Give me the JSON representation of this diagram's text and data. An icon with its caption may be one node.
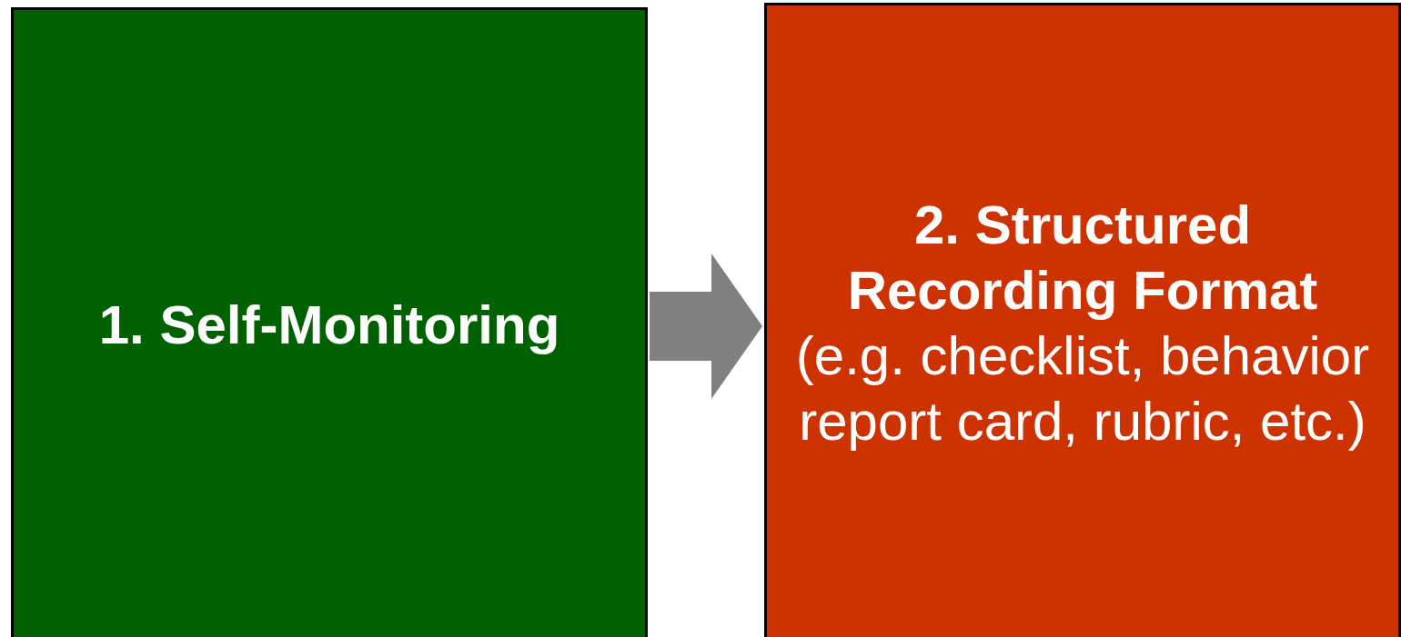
{
  "diagram": {
    "nodes": [
      {
        "text": [
          "1. Self-Monitoring"
        ]
      },
      {
        "text": [
          "2. Structured Recording Format",
          "(e.g. checklist, behavior report card, rubric, etc.)"
        ]
      }
    ],
    "edges": [
      {
        "from": 0,
        "to": 1,
        "arrow": "to",
        "color": "#808080"
      }
    ]
  }
}
